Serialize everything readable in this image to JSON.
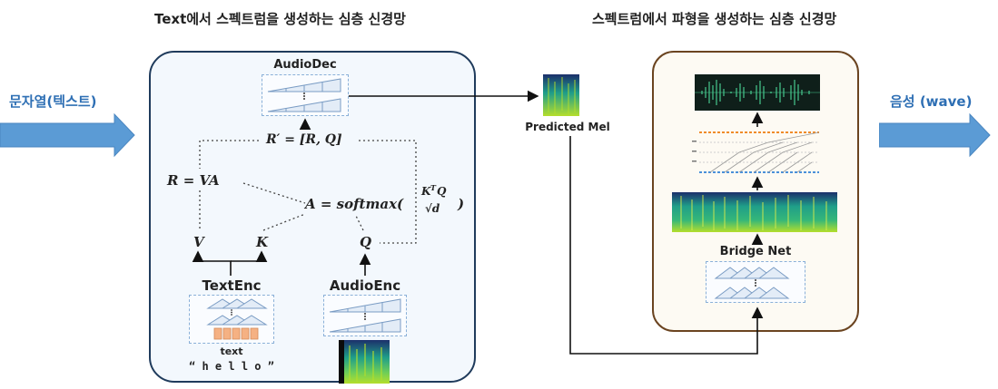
{
  "headings": {
    "left": "Text에서 스펙트럼을 생성하는 심층 신경망",
    "right": "스펙트럼에서 파형을 생성하는 심층 신경망"
  },
  "input_label": "문자열(텍스트)",
  "output_label": "음성 (wave)",
  "left_panel": {
    "audiodec": "AudioDec",
    "r_prime": "R′ = [R, Q]",
    "r_eq": "R = VA",
    "attn_main": "A = softmax(",
    "attn_num": "K",
    "attn_sup": "T",
    "attn_numq": "Q",
    "attn_den": "√d",
    "attn_close": ")",
    "v": "V",
    "k": "K",
    "q": "Q",
    "textenc": "TextEnc",
    "audioenc": "AudioEnc",
    "text_label": "text",
    "text_example": "“ h e l l o ”"
  },
  "middle": {
    "predicted_mel": "Predicted Mel"
  },
  "right_panel": {
    "bridge_net": "Bridge Net"
  },
  "colors": {
    "arrow_blue": "#5b9bd5",
    "left_border": "#1f3b5c",
    "right_border": "#6b4420",
    "spec_dark": "#1c2f6b",
    "spec_mid": "#1f9e89",
    "spec_light": "#b5de2b",
    "token_fill": "#f5b183"
  }
}
